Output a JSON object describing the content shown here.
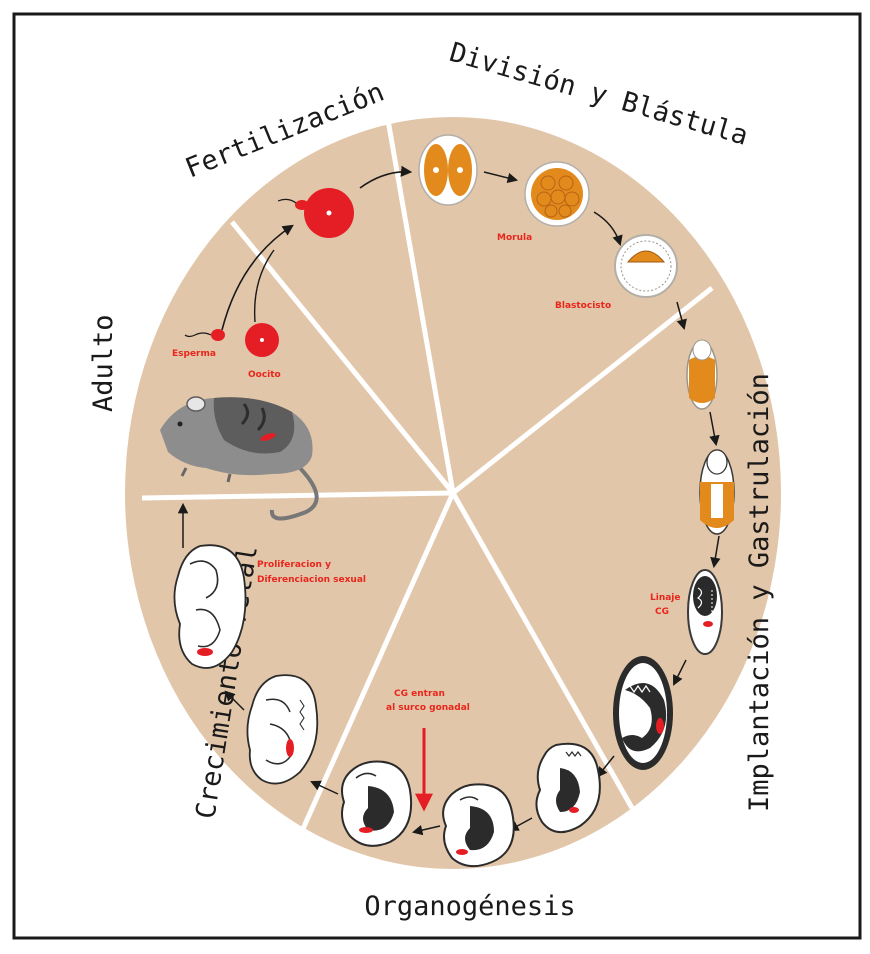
{
  "colors": {
    "disc": "#e2c6a9",
    "divider": "#ffffff",
    "red": "#e41e24",
    "orange": "#e38a1d",
    "label_red": "#e8261c",
    "ink": "#1a1a1a"
  },
  "stages": {
    "fertilizacion": "Fertilización",
    "division": "División y Blástula",
    "implantacion": "Implantación y Gastrulación",
    "organogenesis": "Organogénesis",
    "crecimiento": "Crecimiento fetal",
    "adulto": "Adulto"
  },
  "labels": {
    "morula": "Morula",
    "blastocisto": "Blastocisto",
    "esperma": "Esperma",
    "oocito": "Oocito",
    "proliferacion_1": "Proliferacion y",
    "proliferacion_2": "Diferenciacion sexual",
    "linaje_1": "Linaje",
    "linaje_2": "CG",
    "cg_1": "CG entran",
    "cg_2": "al surco gonadal"
  },
  "icons": [
    "mouse-icon",
    "sperm-icon",
    "oocyte-icon",
    "fertilized-egg-icon",
    "two-cell-embryo-icon",
    "morula-icon",
    "blastocyst-icon",
    "embryo-icon",
    "fetus-icon",
    "cycle-arrow-icon"
  ]
}
